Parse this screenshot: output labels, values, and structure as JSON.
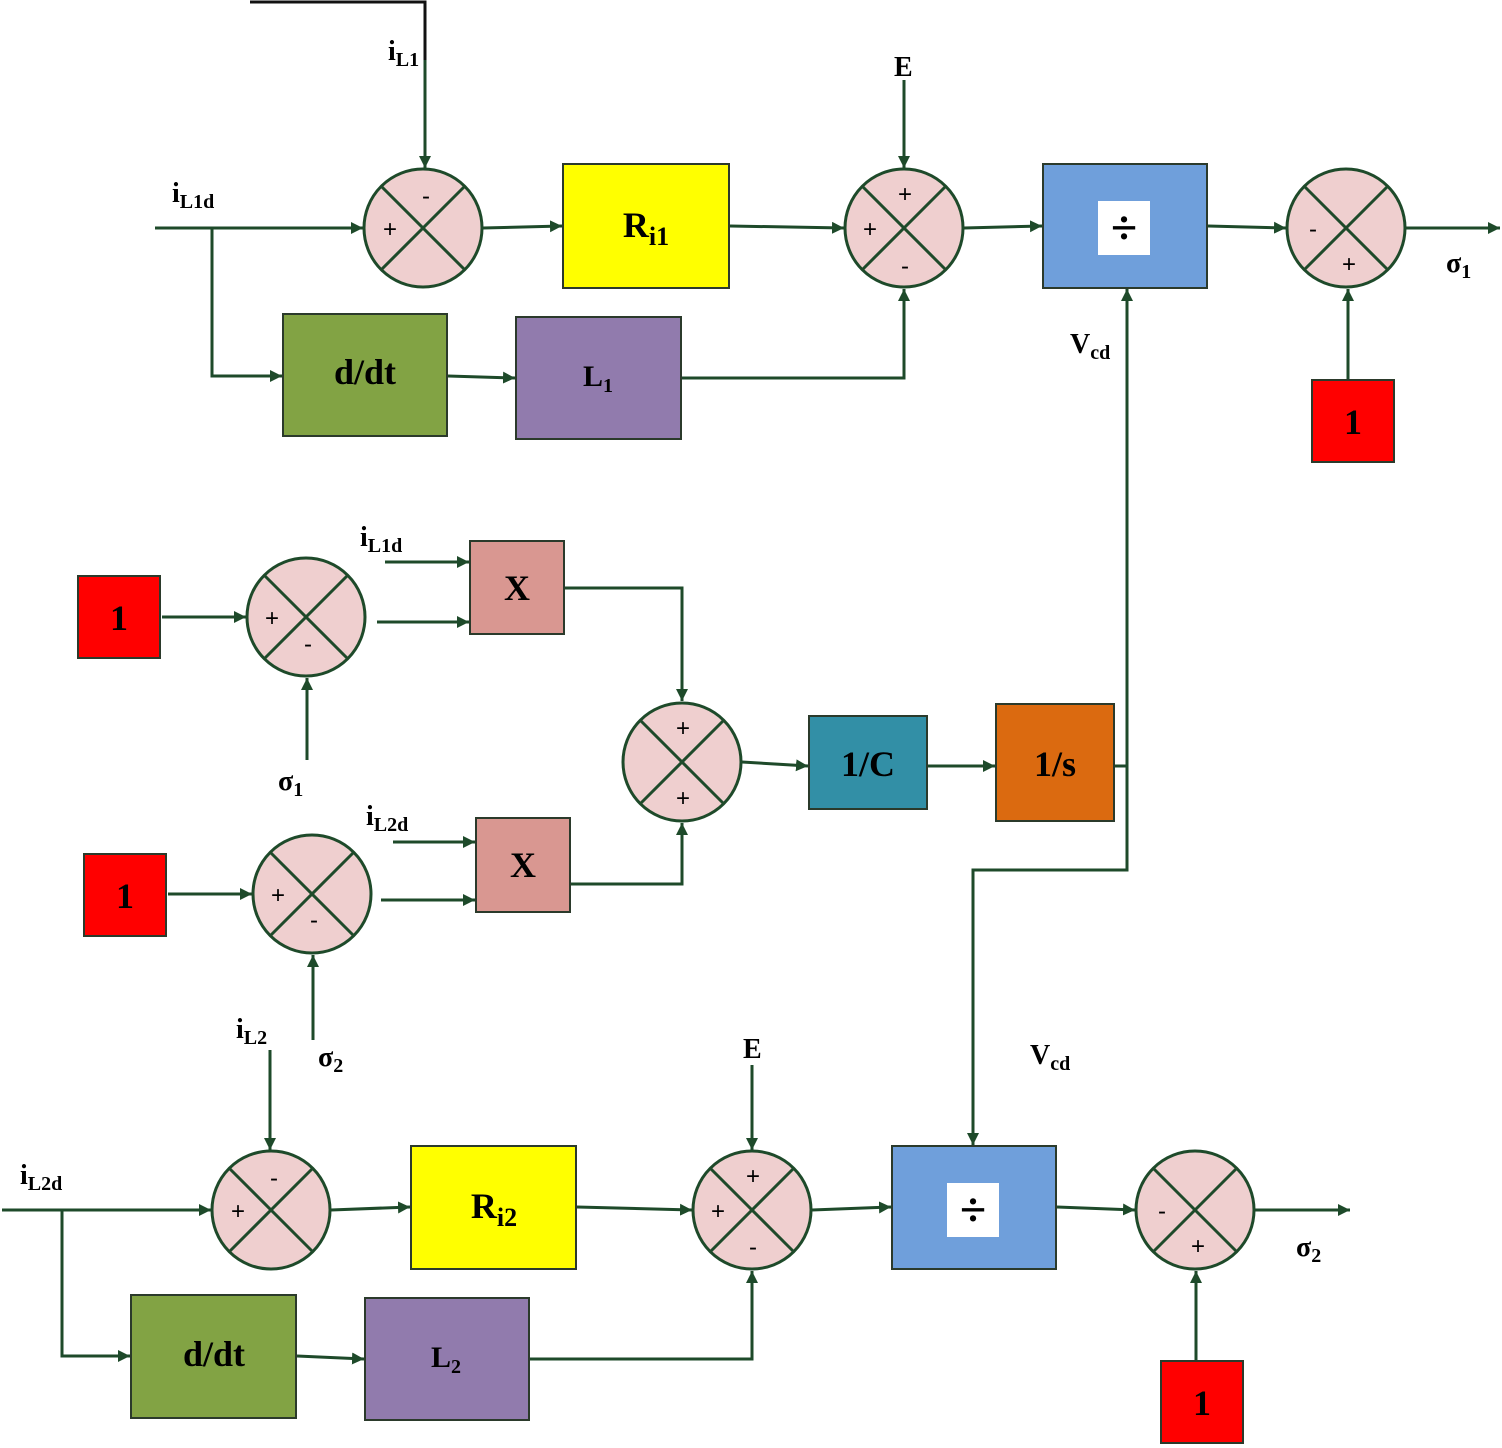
{
  "colors": {
    "wire": "#1e4a2a",
    "sum_fill": "#efcfcf",
    "gain_yellow": "#ffff00",
    "derivative_green": "#82a344",
    "inductance_purple": "#917bad",
    "divider_blue": "#6f9fdb",
    "constant_red": "#ff0000",
    "multiplier_pink": "#d99791",
    "capacitance_teal": "#328fa6",
    "integrator_orange": "#db6a10"
  },
  "signals": {
    "iL1": {
      "main": "i",
      "sub": "L1"
    },
    "iL1d_top": {
      "main": "i",
      "sub": "L1d"
    },
    "iL1d_mid": {
      "main": "i",
      "sub": "L1d"
    },
    "iL2d_mid": {
      "main": "i",
      "sub": "L2d"
    },
    "iL2": {
      "main": "i",
      "sub": "L2"
    },
    "iL2d_bot": {
      "main": "i",
      "sub": "L2d"
    },
    "E_top": "E",
    "E_bot": "E",
    "Vcd_top": {
      "main": "V",
      "sub": "cd"
    },
    "Vcd_bot": {
      "main": "V",
      "sub": "cd"
    },
    "sigma1_out": {
      "main": "σ",
      "sub": "1"
    },
    "sigma1_in": {
      "main": "σ",
      "sub": "1"
    },
    "sigma2_in": {
      "main": "σ",
      "sub": "2"
    },
    "sigma2_out": {
      "main": "σ",
      "sub": "2"
    }
  },
  "blocks": {
    "r1": {
      "main": "R",
      "sub": "i1"
    },
    "r2": {
      "main": "R",
      "sub": "i2"
    },
    "ddt1": "d/dt",
    "ddt2": "d/dt",
    "l1": {
      "main": "L",
      "sub": "1"
    },
    "l2": {
      "main": "L",
      "sub": "2"
    },
    "div1": "÷",
    "div2": "÷",
    "one_top_right": "1",
    "one_mid_upper": "1",
    "one_mid_lower": "1",
    "one_bottom_right": "1",
    "mult1": "X",
    "mult2": "X",
    "inv_c": "1/C",
    "integ": "1/s"
  },
  "sums": {
    "s1": {
      "top": "-",
      "left": "+"
    },
    "s2": {
      "top": "+",
      "left": "+",
      "bottom": "-"
    },
    "s3": {
      "left": "-",
      "bottom": "+"
    },
    "s4": {
      "left": "+",
      "bottom": "-"
    },
    "s5": {
      "left": "+",
      "bottom": "-"
    },
    "s6": {
      "top": "+",
      "bottom": "+"
    },
    "s7": {
      "top": "-",
      "left": "+"
    },
    "s8": {
      "top": "+",
      "left": "+",
      "bottom": "-"
    },
    "s9": {
      "left": "-",
      "bottom": "+"
    }
  }
}
